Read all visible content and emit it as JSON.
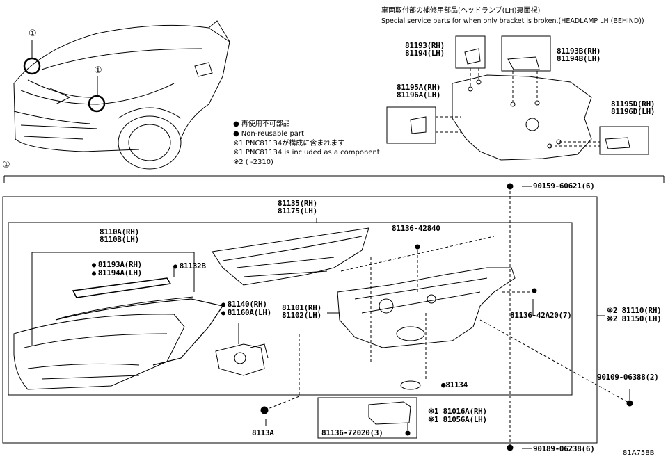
{
  "header": {
    "title_jp": "車両取付部の補修用部品(ヘッドランプ(LH)裏面視)",
    "title_en": "Special service parts for when only bracket is broken.(HEADLAMP LH (BEHIND))"
  },
  "callout_symbol": "①",
  "legend": {
    "line1": "再使用不可部品",
    "line2": "Non-reusable part",
    "line3": "※1 PNC81134が構成に含まれます",
    "line4": "※1 PNC81134 is included as a component",
    "line5": "※2 (        -2310)"
  },
  "bracket_parts": {
    "p1": "81193(RH)",
    "p1b": "81194(LH)",
    "p2": "81193B(RH)",
    "p2b": "81194B(LH)",
    "p3": "81195A(RH)",
    "p3b": "81196A(LH)",
    "p4": "81195D(RH)",
    "p4b": "81196D(LH)"
  },
  "parts": {
    "p81135": "81135(RH)",
    "p81175": "81175(LH)",
    "p8110a": "8110A(RH)",
    "p8110b": "8110B(LH)",
    "p81193a": "81193A(RH)",
    "p81194a": "81194A(LH)",
    "p81132b": "81132B",
    "p81140": "81140(RH)",
    "p81160a": "81160A(LH)",
    "p81101": "81101(RH)",
    "p81102": "81102(LH)",
    "p81136_42840": "81136-42840",
    "p81136_42a20": "81136-42A20(7)",
    "p81110": "※2 81110(RH)",
    "p81150": "※2 81150(LH)",
    "p90159": "90159-60621(6)",
    "p90109": "90109-06388(2)",
    "p90189": "90189-06238(6)",
    "p81134": "●81134",
    "p8113a": "8113A",
    "p81016a": "※1 81016A(RH)",
    "p81056a": "※1 81056A(LH)",
    "p81136_72020": "81136-72020(3)"
  },
  "diagram_id": "81A758B"
}
